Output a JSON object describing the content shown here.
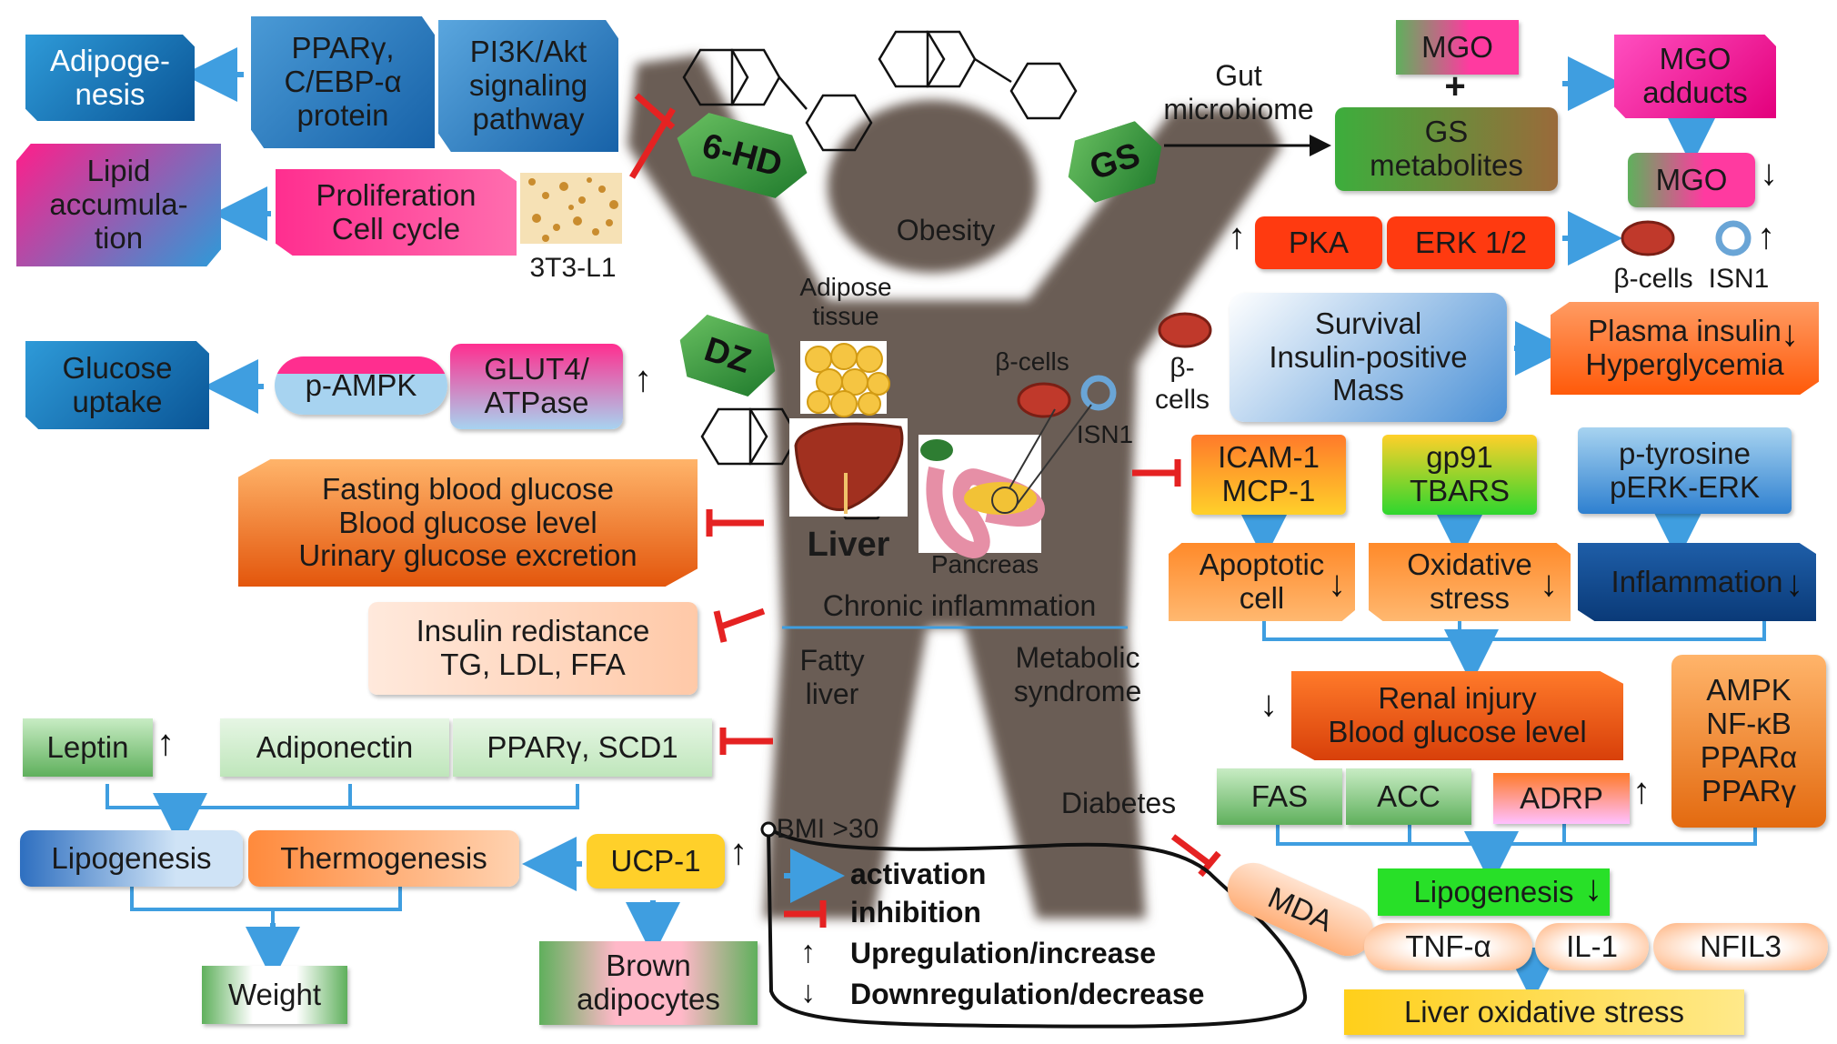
{
  "compounds": {
    "hd": "6-HD",
    "gs": "GS",
    "dz": "DZ"
  },
  "center": {
    "obesity": "Obesity",
    "adipose": "Adipose\ntissue",
    "beta_cells_center": "β-cells",
    "isn1_center": "ISN1",
    "liver": "Liver",
    "pancreas": "Pancreas",
    "chronic_inflammation": "Chronic inflammation",
    "fatty_liver": "Fatty\nliver",
    "metabolic_syndrome": "Metabolic\nsyndrome",
    "diabetes": "Diabetes",
    "bmi": "BMI >30"
  },
  "left": {
    "adipogenesis": "Adipoge-\nnesis",
    "ppar_cebp": "PPARγ,\nC/EBP-α\nprotein",
    "pi3k": "PI3K/Akt\nsignaling\npathway",
    "lipid": "Lipid\naccumula-\ntion",
    "prolif": "Proliferation\nCell cycle",
    "t3l1": "3T3-L1",
    "glucose_uptake": "Glucose\nuptake",
    "pampk": "p-AMPK",
    "glut4": "GLUT4/\nATPase",
    "fasting": "Fasting blood glucose\nBlood glucose level\nUrinary glucose excretion",
    "insulin_res": "Insulin redistance\nTG, LDL, FFA",
    "leptin": "Leptin",
    "adiponectin": "Adiponectin",
    "ppar_scd1": "PPARγ, SCD1",
    "lipogenesis": "Lipogenesis",
    "thermogenesis": "Thermogenesis",
    "ucp1": "UCP-1",
    "weight": "Weight",
    "brown": "Brown\nadipocytes"
  },
  "right": {
    "gut": "Gut\nmicrobiome",
    "mgo1": "MGO",
    "plus": "+",
    "gs_metab": "GS\nmetabolites",
    "mgo_adducts": "MGO\nadducts",
    "mgo2": "MGO",
    "pka": "PKA",
    "erk": "ERK 1/2",
    "beta_cells_r": "β-cells",
    "isn1_r": "ISN1",
    "beta_cells_mid": "β-\ncells",
    "survival": "Survival\nInsulin-positive\nMass",
    "plasma": "Plasma insulin\nHyperglycemia",
    "icam": "ICAM-1\nMCP-1",
    "gp91": "gp91\nTBARS",
    "ptyr": "p-tyrosine\npERK-ERK",
    "apoptotic": "Apoptotic\ncell",
    "oxidative": "Oxidative\nstress",
    "inflammation": "Inflammation",
    "renal": "Renal injury\nBlood glucose level",
    "ampk_group": "AMPK\nNF-κB\nPPARα\nPPARγ",
    "fas": "FAS",
    "acc": "ACC",
    "adrp": "ADRP",
    "lipogenesis_r": "Lipogenesis",
    "mda": "MDA",
    "tnf": "TNF-α",
    "il1": "IL-1",
    "nfil3": "NFIL3",
    "liver_ox": "Liver oxidative stress"
  },
  "legend": {
    "activation": "activation",
    "inhibition": "inhibition",
    "up": "Upregulation/increase",
    "down": "Downregulation/decrease"
  },
  "colors": {
    "activation": "#3f9ee0",
    "inhibition": "#e52222",
    "figure": "#6b5d55"
  }
}
